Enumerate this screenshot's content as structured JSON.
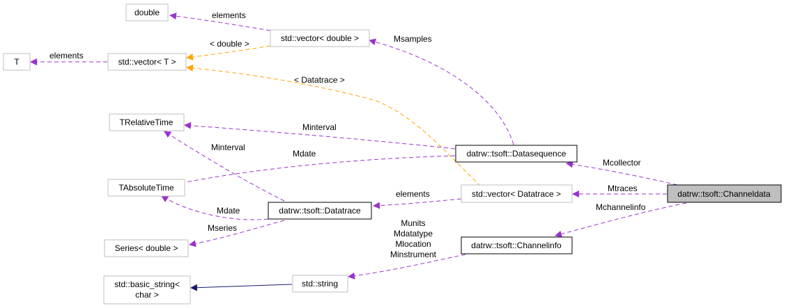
{
  "title": "Collaboration diagram for datrw::tsoft::Channeldata",
  "colors": {
    "member_edge": "#9a32cd",
    "template_edge": "#ffa500",
    "inherit_edge": "#191970",
    "external_border": "#bfbfbf",
    "documented_border": "#000000",
    "focus_fill": "#bfbfbf",
    "node_fill": "#ffffff"
  },
  "nodes": {
    "double": {
      "label": "double",
      "kind": "external"
    },
    "T": {
      "label": "T",
      "kind": "external"
    },
    "vector_T": {
      "label": "std::vector< T >",
      "kind": "external"
    },
    "vector_double": {
      "label": "std::vector< double >",
      "kind": "external"
    },
    "TRelativeTime": {
      "label": "TRelativeTime",
      "kind": "external"
    },
    "TAbsoluteTime": {
      "label": "TAbsoluteTime",
      "kind": "external"
    },
    "Series_double": {
      "label": "Series< double >",
      "kind": "external"
    },
    "basic_string_line1": {
      "label": "std::basic_string<",
      "kind": "external"
    },
    "basic_string_line2": {
      "label": "char >",
      "kind": "external"
    },
    "string": {
      "label": "std::string",
      "kind": "external"
    },
    "Datatrace": {
      "label": "datrw::tsoft::Datatrace",
      "kind": "documented"
    },
    "Datasequence": {
      "label": "datrw::tsoft::Datasequence",
      "kind": "documented"
    },
    "vector_Datatrace": {
      "label": "std::vector< Datatrace >",
      "kind": "external"
    },
    "Channelinfo": {
      "label": "datrw::tsoft::Channelinfo",
      "kind": "documented"
    },
    "Channeldata": {
      "label": "datrw::tsoft::Channeldata",
      "kind": "focus"
    }
  },
  "edges": {
    "vd_double": {
      "label": "elements",
      "type": "member"
    },
    "vT_T": {
      "label": "elements",
      "type": "member"
    },
    "vd_vT": {
      "label": "< double >",
      "type": "template"
    },
    "vDt_vT": {
      "label": "< Datatrace >",
      "type": "template"
    },
    "ds_vd": {
      "label": "Msamples",
      "type": "member"
    },
    "ds_rel": {
      "label": "Minterval",
      "type": "member"
    },
    "ds_abs": {
      "label": "Mdate",
      "type": "member"
    },
    "dt_rel": {
      "label": "Minterval",
      "type": "member"
    },
    "dt_abs": {
      "label": "Mdate",
      "type": "member"
    },
    "dt_series": {
      "label": "Mseries",
      "type": "member"
    },
    "vDt_dt": {
      "label": "elements",
      "type": "member"
    },
    "cd_ds": {
      "label": "Mcollector",
      "type": "member"
    },
    "cd_vDt": {
      "label": "Mtraces",
      "type": "member"
    },
    "cd_ci": {
      "label": "Mchannelinfo",
      "type": "member"
    },
    "ci_string": {
      "labels": [
        "Munits",
        "Mdatatype",
        "Mlocation",
        "Minstrument"
      ],
      "type": "member"
    },
    "string_bs": {
      "label": "",
      "type": "inheritance"
    }
  }
}
